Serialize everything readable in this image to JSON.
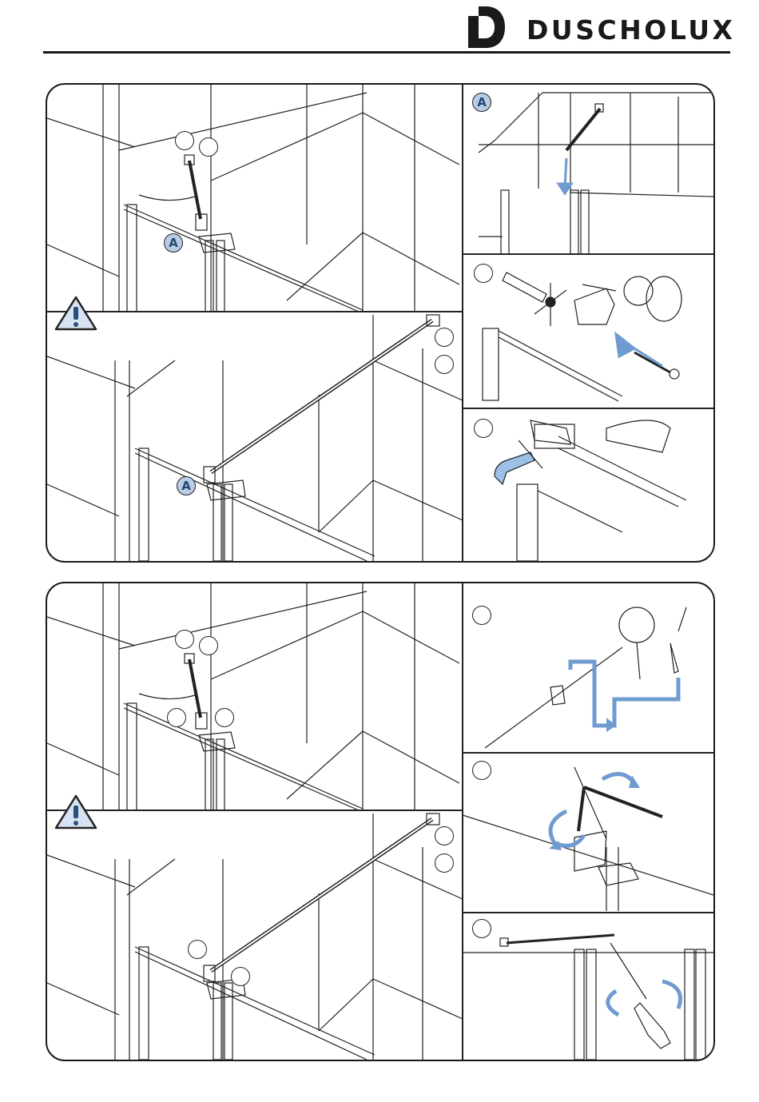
{
  "header": {
    "brand_logo_letter": "D",
    "brand_name": "DUSCHOLUX"
  },
  "colors": {
    "ink": "#1a1a1a",
    "accent_blue": "#6f9bd0",
    "marker_fill": "#b9cce6"
  },
  "panels": [
    {
      "id": "panel-1",
      "marker_label": "A",
      "warning_icon": "warning-triangle-icon",
      "sub_steps": [
        "wall-marking",
        "drilling-and-dowel",
        "cutting-rod"
      ]
    },
    {
      "id": "panel-2",
      "warning_icon": "warning-triangle-icon",
      "sub_steps": [
        "drilling-fixing",
        "tightening-hex-key",
        "screwdriver-fix"
      ]
    }
  ]
}
